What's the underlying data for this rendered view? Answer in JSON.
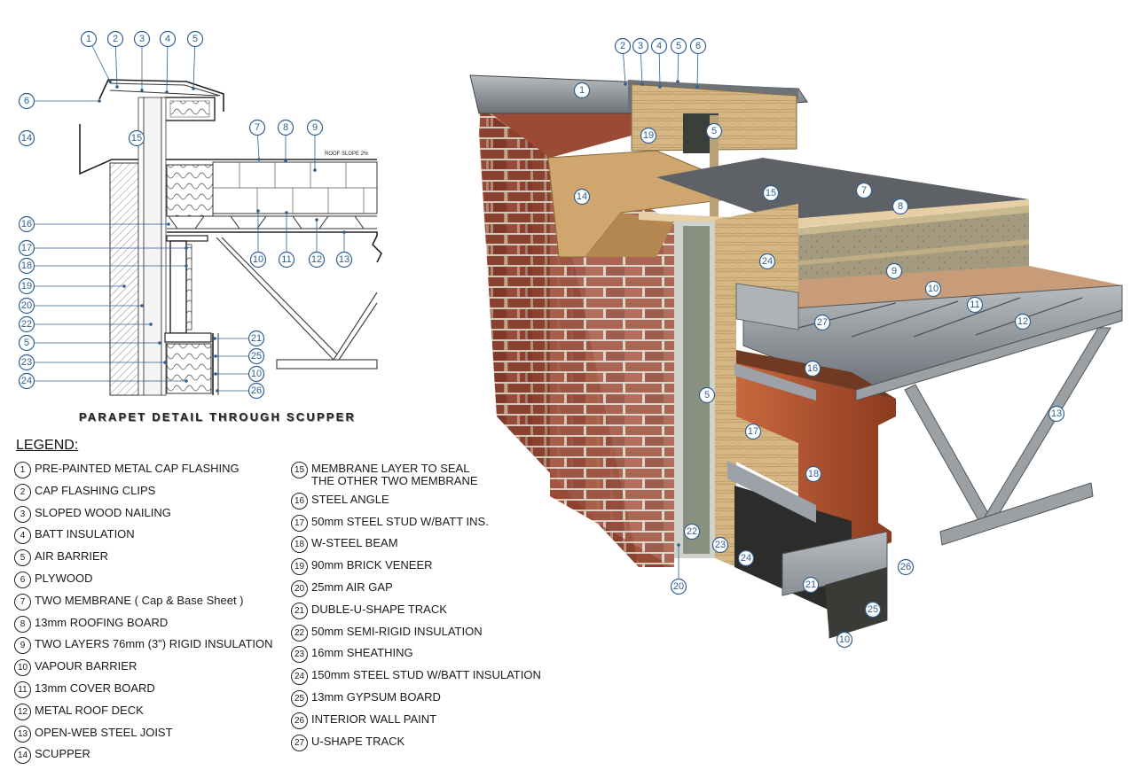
{
  "section_detail": {
    "title": "PARAPET DETAIL THROUGH SCUPPER",
    "roof_slope_note": "ROOF SLOPE 2%"
  },
  "legend": {
    "heading": "LEGEND:",
    "left_items": [
      {
        "num": "1",
        "text": "PRE-PAINTED METAL CAP FLASHING"
      },
      {
        "num": "2",
        "text": "CAP FLASHING CLIPS"
      },
      {
        "num": "3",
        "text": "SLOPED WOOD NAILING"
      },
      {
        "num": "4",
        "text": "BATT INSULATION"
      },
      {
        "num": "5",
        "text": "AIR BARRIER"
      },
      {
        "num": "6",
        "text": "PLYWOOD"
      },
      {
        "num": "7",
        "text": "TWO MEMBRANE ( Cap & Base Sheet )"
      },
      {
        "num": "8",
        "text": "13mm ROOFING BOARD"
      },
      {
        "num": "9",
        "text": "TWO LAYERS 76mm (3\") RIGID INSULATION"
      },
      {
        "num": "10",
        "text": "VAPOUR BARRIER"
      },
      {
        "num": "11",
        "text": "13mm COVER BOARD"
      },
      {
        "num": "12",
        "text": "METAL ROOF DECK"
      },
      {
        "num": "13",
        "text": "OPEN-WEB STEEL JOIST"
      },
      {
        "num": "14",
        "text": "SCUPPER"
      }
    ],
    "right_items": [
      {
        "num": "15",
        "text": "MEMBRANE LAYER TO SEAL\nTHE OTHER TWO MEMBRANE"
      },
      {
        "num": "16",
        "text": "STEEL ANGLE"
      },
      {
        "num": "17",
        "text": "50mm STEEL STUD W/BATT INS."
      },
      {
        "num": "18",
        "text": "W-STEEL BEAM"
      },
      {
        "num": "19",
        "text": "90mm BRICK VENEER"
      },
      {
        "num": "20",
        "text": "25mm AIR GAP"
      },
      {
        "num": "21",
        "text": "DUBLE-U-SHAPE TRACK"
      },
      {
        "num": "22",
        "text": "50mm SEMI-RIGID INSULATION"
      },
      {
        "num": "23",
        "text": "16mm SHEATHING"
      },
      {
        "num": "24",
        "text": "150mm STEEL STUD W/BATT INSULATION"
      },
      {
        "num": "25",
        "text": "13mm GYPSUM BOARD"
      },
      {
        "num": "26",
        "text": "INTERIOR WALL PAINT"
      },
      {
        "num": "27",
        "text": "U-SHAPE TRACK"
      }
    ]
  },
  "callouts_section": [
    "1",
    "2",
    "3",
    "4",
    "5",
    "6",
    "14",
    "15",
    "7",
    "8",
    "9",
    "16",
    "10",
    "11",
    "12",
    "13",
    "17",
    "18",
    "19",
    "20",
    "22",
    "5",
    "21",
    "23",
    "25",
    "24",
    "10",
    "26"
  ],
  "callouts_3d": [
    "2",
    "3",
    "4",
    "5",
    "6",
    "1",
    "19",
    "5",
    "14",
    "15",
    "7",
    "8",
    "24",
    "9",
    "10",
    "11",
    "27",
    "12",
    "16",
    "13",
    "5",
    "17",
    "18",
    "22",
    "23",
    "24",
    "26",
    "21",
    "25",
    "20",
    "10"
  ],
  "colors": {
    "callout_blue": "#2f5f8f",
    "brick": "#9b4a36",
    "mortar": "#d9d0c2",
    "insulation": "#d8bc8c",
    "steel": "#8e9499",
    "beam_rust": "#b5532e",
    "membrane": "#5e6166"
  }
}
